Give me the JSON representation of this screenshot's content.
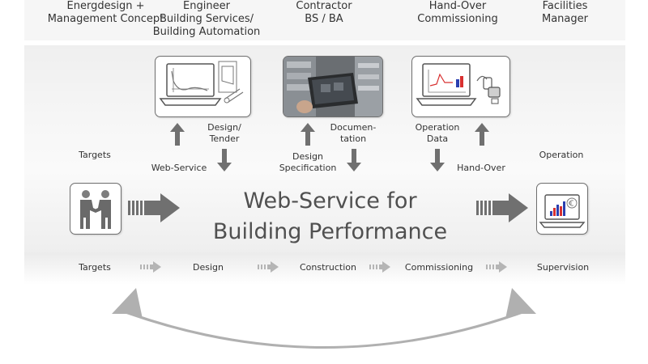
{
  "columns": [
    {
      "title": "Energdesign +\nManagement Concept"
    },
    {
      "title": "Engineer\nBuilding Services/\nBuilding Automation"
    },
    {
      "title": "Contractor\nBS / BA"
    },
    {
      "title": "Hand-Over\nCommissioning"
    },
    {
      "title": "Facilities\nManager"
    }
  ],
  "labels": {
    "targets_top": "Targets",
    "web_service": "Web-Service",
    "design_tender": "Design/\nTender",
    "design_spec": "Design\nSpecification",
    "documentation": "Documen-\ntation",
    "operation_data": "Operation\nData",
    "hand_over": "Hand-Over",
    "operation": "Operation"
  },
  "headline": "Web-Service for\nBuilding Performance",
  "phases": [
    "Targets",
    "Design",
    "Construction",
    "Commissioning",
    "Supervision"
  ],
  "icons": {
    "handshake": "handshake-icon",
    "design_laptop": "design-laptop-icon",
    "photo": "control-panel-photo",
    "operation_laptop": "operation-laptop-icon",
    "finance_laptop": "finance-laptop-icon"
  },
  "colors": {
    "arrow": "#707070",
    "band": "#f3f3f3",
    "card_border": "#6f6f6f"
  }
}
